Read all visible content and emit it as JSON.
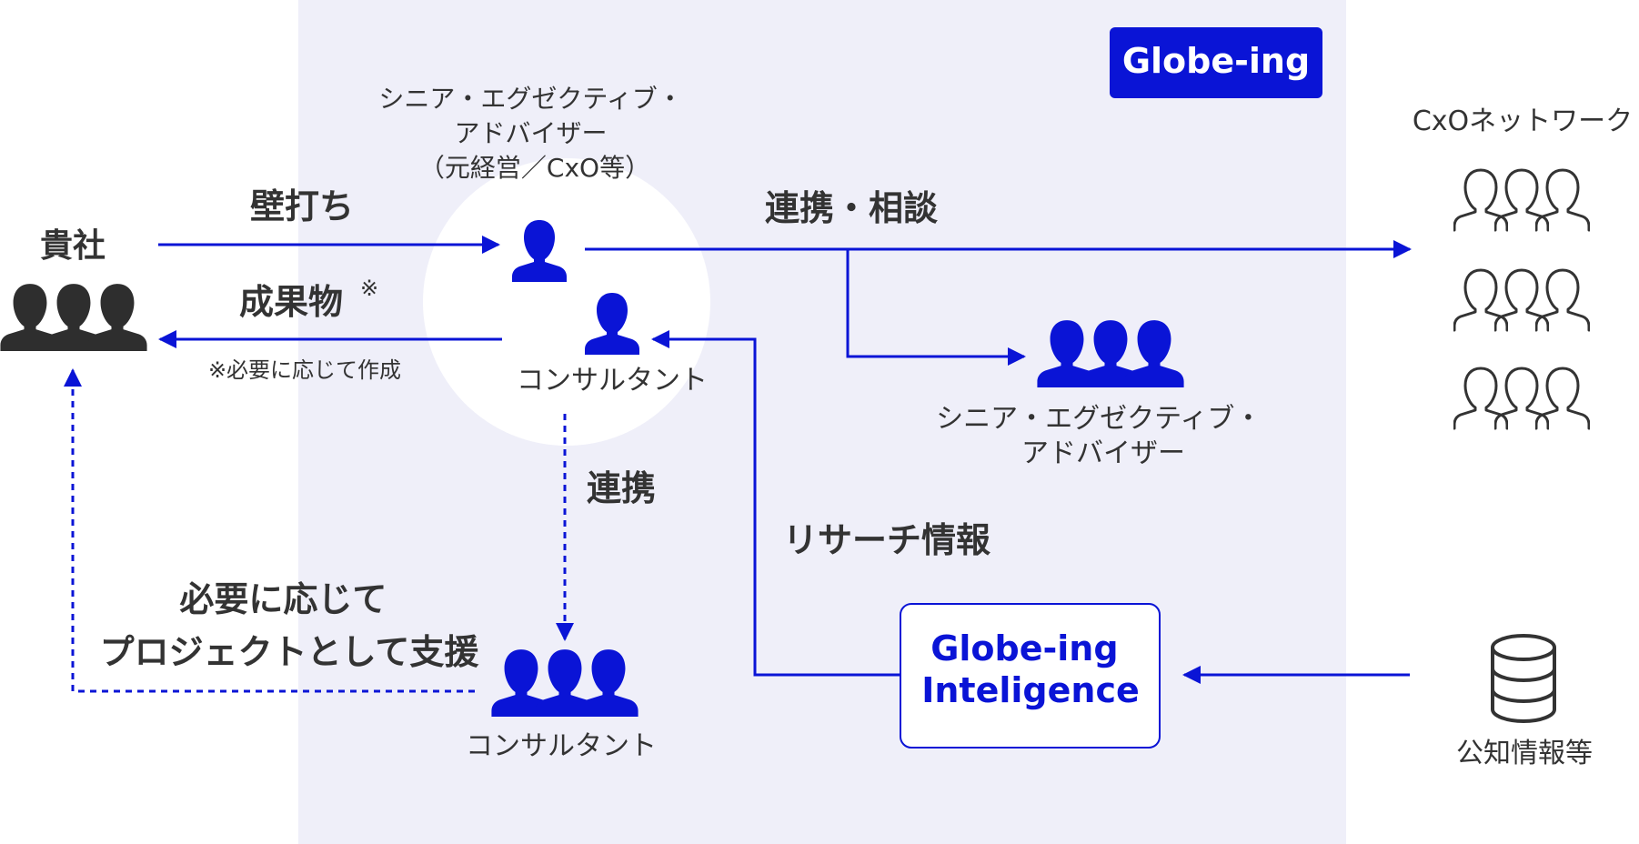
{
  "org_badge": "Globe-ing",
  "client": {
    "label": "貴社"
  },
  "arrows": {
    "kabeuchi": "壁打ち",
    "deliverables": "成果物",
    "deliverables_mark": "※",
    "deliverables_note": "※必要に応じて作成",
    "collab_consult": "連携・相談",
    "collab": "連携",
    "research_info": "リサーチ情報",
    "project_support": [
      "必要に応じて",
      "プロジェクトとして支援"
    ]
  },
  "senior_advisor": {
    "lines": [
      "シニア・エグゼクティブ・",
      "アドバイザー",
      "（元経営／CxO等）"
    ]
  },
  "consultant_top": {
    "label": "コンサルタント"
  },
  "consultant_bottom": {
    "label": "コンサルタント"
  },
  "senior_group": {
    "lines": [
      "シニア・エグゼクティブ・",
      "アドバイザー"
    ]
  },
  "cxo_network": {
    "label": "CxOネットワーク"
  },
  "intelligence_box": {
    "lines": [
      "Globe-ing",
      "Inteligence"
    ]
  },
  "public_info": {
    "label": "公知情報等"
  },
  "colors": {
    "accent": "#0a14d6",
    "panel": "#efeff9",
    "dark_person": "#2e2e2e",
    "text": "#333333"
  }
}
